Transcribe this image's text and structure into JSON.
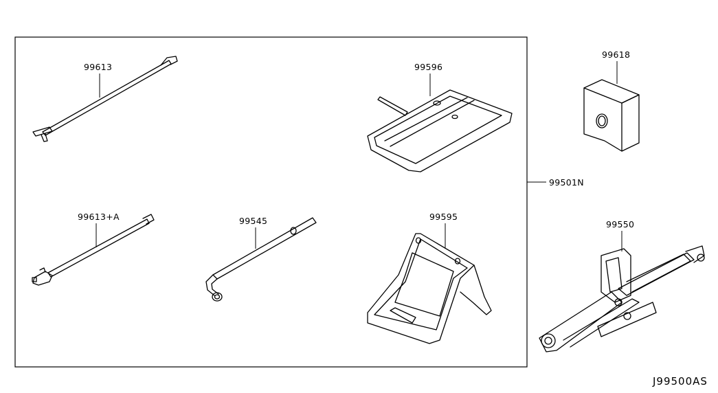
{
  "diagram_code": "J99500AS",
  "assembly_callout": "99501N",
  "parts": [
    {
      "id": "rod",
      "label": "99613"
    },
    {
      "id": "tray",
      "label": "99596"
    },
    {
      "id": "block",
      "label": "99618"
    },
    {
      "id": "rod-a",
      "label": "99613+A"
    },
    {
      "id": "wrench",
      "label": "99545"
    },
    {
      "id": "chock",
      "label": "99595"
    },
    {
      "id": "jack",
      "label": "99550"
    }
  ]
}
